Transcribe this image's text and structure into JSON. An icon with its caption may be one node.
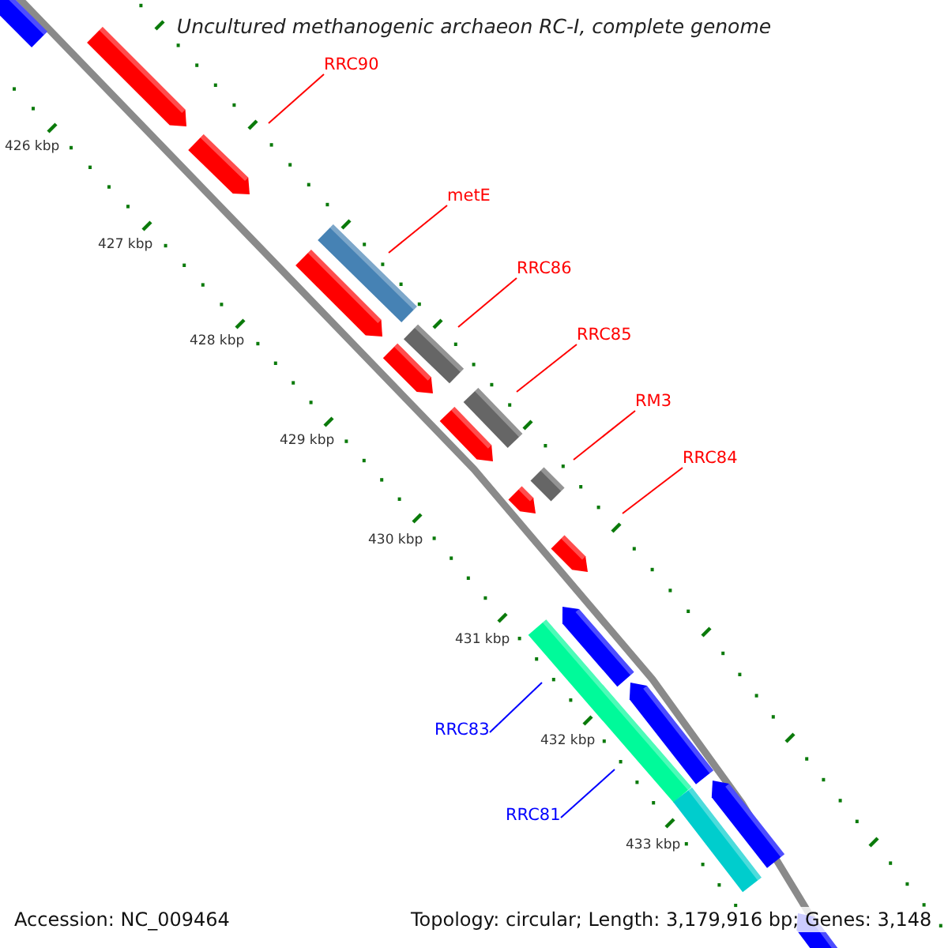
{
  "diagram": {
    "title": "Uncultured methanogenic archaeon RC-I, complete genome",
    "nodes": [
      {
        "text": [
          "RRC90"
        ]
      },
      {
        "text": [
          "metE"
        ]
      },
      {
        "text": [
          "RRC86"
        ]
      },
      {
        "text": [
          "RRC85"
        ]
      },
      {
        "text": [
          "RM3"
        ]
      },
      {
        "text": [
          "RRC84"
        ]
      },
      {
        "text": [
          "RRC83"
        ]
      },
      {
        "text": [
          "RRC81"
        ]
      }
    ],
    "edges": [
      {
        "from": 0,
        "to": null,
        "arrow": "none"
      },
      {
        "from": 1,
        "to": null,
        "arrow": "none"
      },
      {
        "from": 2,
        "to": null,
        "arrow": "none"
      },
      {
        "from": 3,
        "to": null,
        "arrow": "none"
      },
      {
        "from": 4,
        "to": null,
        "arrow": "none"
      },
      {
        "from": 5,
        "to": null,
        "arrow": "none"
      },
      {
        "from": 6,
        "to": null,
        "arrow": "none",
        "color": "#0000ff"
      },
      {
        "from": 7,
        "to": null,
        "arrow": "none",
        "color": "#0000ff"
      }
    ],
    "labels": [
      "426 kbp",
      "427 kbp",
      "428 kbp",
      "429 kbp",
      "430 kbp",
      "431 kbp",
      "432 kbp",
      "433 kbp",
      "Accession: NC_009464",
      "Topology: circular; Length: 3,179,916 bp; Genes: 3,148"
    ]
  }
}
